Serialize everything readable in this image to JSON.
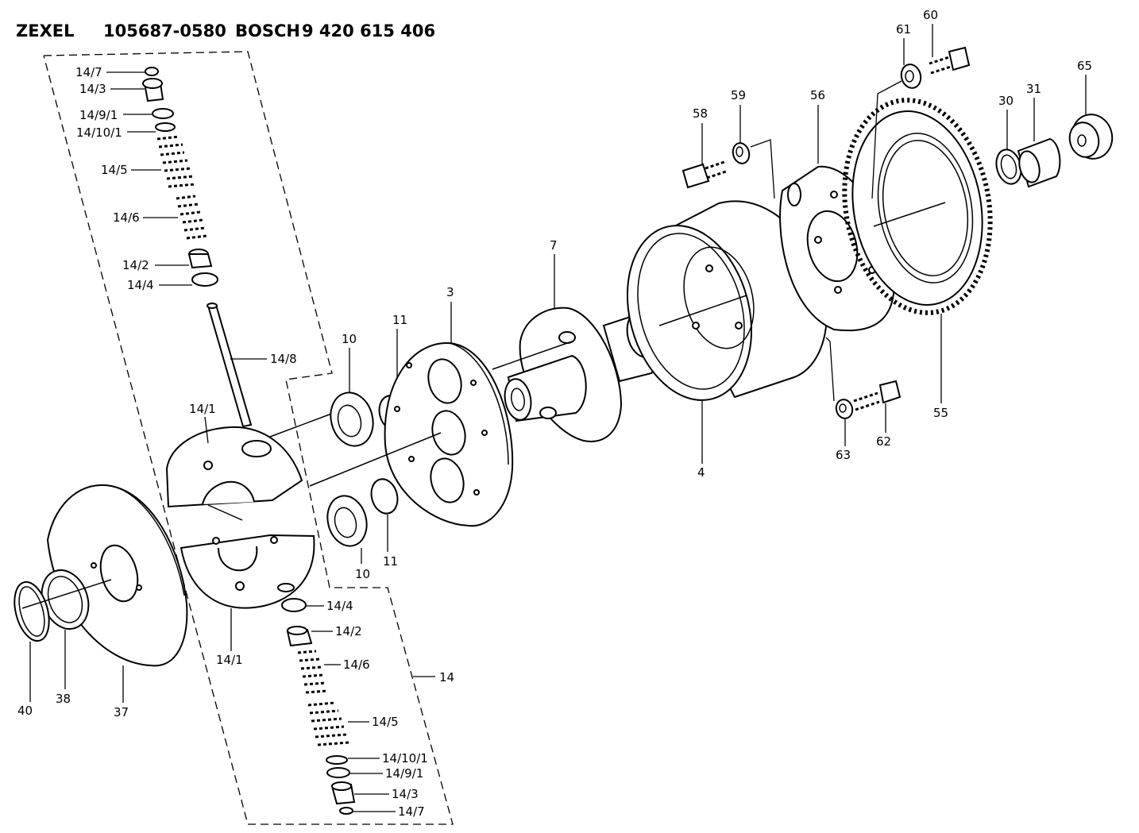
{
  "header": {
    "maker": "ZEXEL",
    "zexel_number": "105687-0580",
    "brand": "BOSCH",
    "bosch_number": "9 420 615 406"
  },
  "labels": {
    "p14_7": "14/7",
    "p14_3": "14/3",
    "p14_9_1": "14/9/1",
    "p14_10_1": "14/10/1",
    "p14_5": "14/5",
    "p14_6": "14/6",
    "p14_2": "14/2",
    "p14_4": "14/4",
    "p14_8": "14/8",
    "p14_1": "14/1",
    "p14": "14",
    "p10": "10",
    "p11": "11",
    "p3": "3",
    "p7": "7",
    "p4": "4",
    "p58": "58",
    "p59": "59",
    "p56": "56",
    "p61": "61",
    "p60": "60",
    "p30": "30",
    "p31": "31",
    "p65": "65",
    "p55": "55",
    "p63": "63",
    "p62": "62",
    "p37": "37",
    "p38": "38",
    "p40": "40"
  }
}
